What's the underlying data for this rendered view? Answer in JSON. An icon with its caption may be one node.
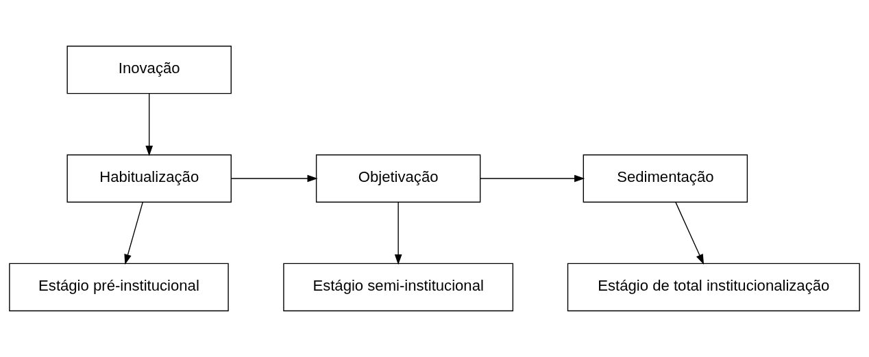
{
  "diagram": {
    "nodes": [
      {
        "text": [
          "Inovação"
        ]
      },
      {
        "text": [
          "Habitualização"
        ]
      },
      {
        "text": [
          "Objetivação"
        ]
      },
      {
        "text": [
          "Sedimentação"
        ]
      },
      {
        "text": [
          "Estágio pré-institucional"
        ]
      },
      {
        "text": [
          "Estágio semi-institucional"
        ]
      },
      {
        "text": [
          "Estágio de total institucionalização"
        ]
      }
    ],
    "edges": [
      {
        "from": 0,
        "to": 1,
        "arrow": "to"
      },
      {
        "from": 1,
        "to": 2,
        "arrow": "to"
      },
      {
        "from": 2,
        "to": 3,
        "arrow": "to"
      },
      {
        "from": 1,
        "to": 4,
        "arrow": "to"
      },
      {
        "from": 2,
        "to": 5,
        "arrow": "to"
      },
      {
        "from": 3,
        "to": 6,
        "arrow": "to"
      }
    ]
  }
}
